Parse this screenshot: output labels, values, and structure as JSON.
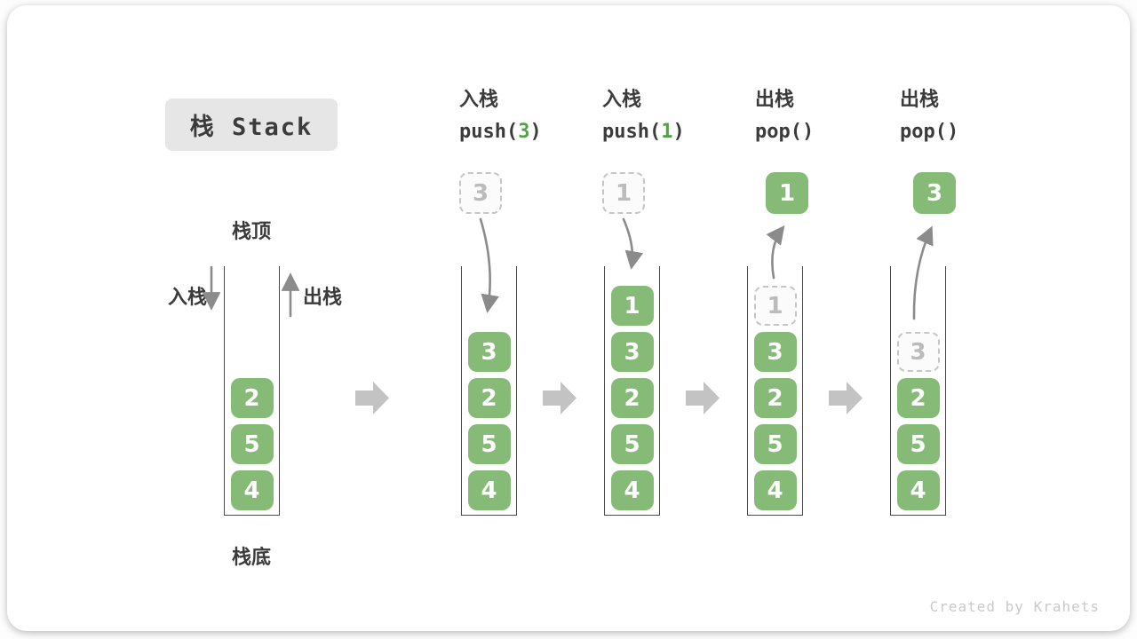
{
  "colors": {
    "box_green": "#86bb77",
    "code_green": "#55a14a",
    "title_bg": "#e6e6e6",
    "text_dark": "#3b3b3b",
    "dashed_border": "#c6c6c6",
    "dashed_text": "#bbbbbb",
    "arrow_gray": "#8b8b8b",
    "block_arrow_gray": "#c3c3c3",
    "wall_dark": "#4a4a4a",
    "credit_gray": "#cacaca"
  },
  "title": {
    "text": "栈 Stack"
  },
  "legend": {
    "stack_top": "栈顶",
    "stack_bottom": "栈底",
    "push": "入栈",
    "pop": "出栈"
  },
  "operations": [
    {
      "zh": "入栈",
      "code_pre": "push(",
      "arg": "3",
      "code_post": ")"
    },
    {
      "zh": "入栈",
      "code_pre": "push(",
      "arg": "1",
      "code_post": ")"
    },
    {
      "zh": "出栈",
      "code_pre": "pop(",
      "arg": "",
      "code_post": ")"
    },
    {
      "zh": "出栈",
      "code_pre": "pop(",
      "arg": "",
      "code_post": ")"
    }
  ],
  "floating": [
    {
      "value": "3",
      "style": "dashed"
    },
    {
      "value": "1",
      "style": "dashed"
    },
    {
      "value": "1",
      "style": "solid"
    },
    {
      "value": "3",
      "style": "solid"
    }
  ],
  "stacks": [
    {
      "cells": [
        {
          "value": "2",
          "style": "solid"
        },
        {
          "value": "5",
          "style": "solid"
        },
        {
          "value": "4",
          "style": "solid"
        }
      ]
    },
    {
      "cells": [
        {
          "value": "3",
          "style": "solid"
        },
        {
          "value": "2",
          "style": "solid"
        },
        {
          "value": "5",
          "style": "solid"
        },
        {
          "value": "4",
          "style": "solid"
        }
      ]
    },
    {
      "cells": [
        {
          "value": "1",
          "style": "solid"
        },
        {
          "value": "3",
          "style": "solid"
        },
        {
          "value": "2",
          "style": "solid"
        },
        {
          "value": "5",
          "style": "solid"
        },
        {
          "value": "4",
          "style": "solid"
        }
      ]
    },
    {
      "cells": [
        {
          "value": "1",
          "style": "dashed"
        },
        {
          "value": "3",
          "style": "solid"
        },
        {
          "value": "2",
          "style": "solid"
        },
        {
          "value": "5",
          "style": "solid"
        },
        {
          "value": "4",
          "style": "solid"
        }
      ]
    },
    {
      "cells": [
        {
          "value": "3",
          "style": "dashed"
        },
        {
          "value": "2",
          "style": "solid"
        },
        {
          "value": "5",
          "style": "solid"
        },
        {
          "value": "4",
          "style": "solid"
        }
      ]
    }
  ],
  "credit": "Created by Krahets"
}
